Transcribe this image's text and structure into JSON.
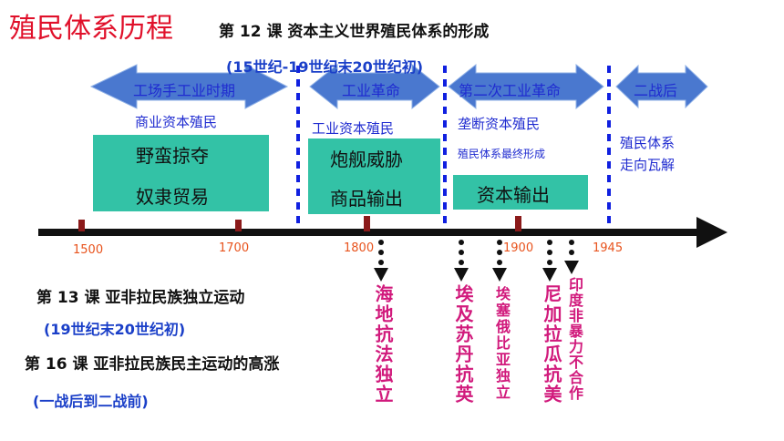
{
  "title": "殖民体系历程",
  "lesson12": {
    "heading": "第 12 课  资本主义世界殖民体系的形成",
    "period": "(15世纪-19世纪末20世纪初)"
  },
  "stages": [
    {
      "label": "工场手工业时期",
      "capital": "商业资本殖民",
      "methods": [
        "野蛮掠夺",
        "奴隶贸易"
      ]
    },
    {
      "label": "工业革命",
      "capital": "工业资本殖民",
      "methods": [
        "炮舰威胁",
        "商品输出"
      ]
    },
    {
      "label": "第二次工业革命",
      "capital": "垄断资本殖民",
      "note": "殖民体系最终形成",
      "methods": [
        "资本输出"
      ]
    },
    {
      "label": "二战后",
      "note": "殖民体系走向瓦解",
      "note_lines": [
        "殖民体系",
        "走向瓦解"
      ]
    }
  ],
  "years": [
    "1500",
    "1700",
    "1800",
    "1900",
    "1945"
  ],
  "lesson13": {
    "heading": "第 13 课  亚非拉民族独立运动",
    "period": "(19世纪末20世纪初)"
  },
  "lesson16": {
    "heading": "第 16 课  亚非拉民族民主运动的高涨",
    "period": "(一战后到二战前)"
  },
  "events": [
    "海地抗法独立",
    "埃及苏丹抗英",
    "埃塞俄比亚独立",
    "尼加拉瓜抗美",
    "印度非暴力不合作"
  ],
  "colors": {
    "arrow_fill": "#4a78cf",
    "box_fill": "#33c2a6",
    "event_text": "#d11a7c",
    "title": "#e0102a"
  }
}
